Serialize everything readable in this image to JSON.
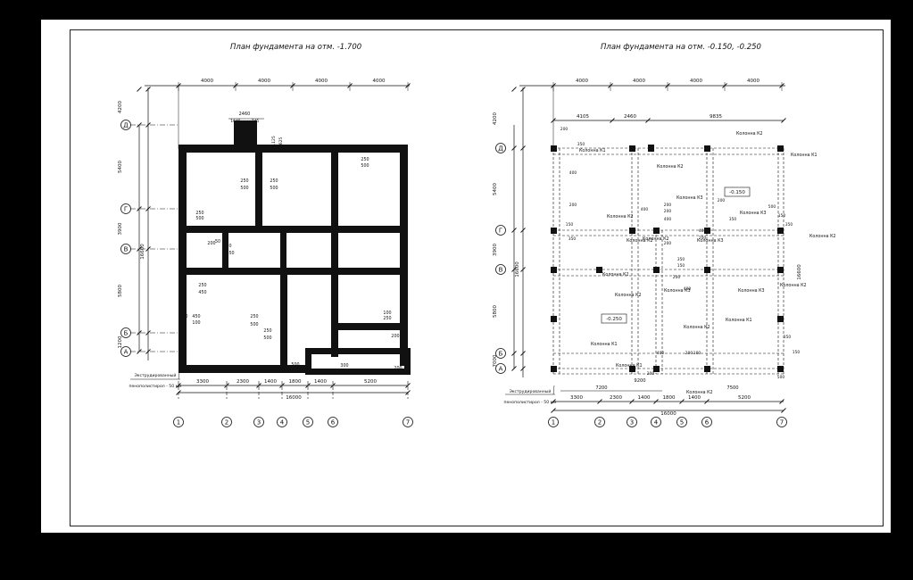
{
  "titles": {
    "left": "План фундамента на отм. -1.700",
    "right": "План фундамента на отм. -0.150, -0.250"
  },
  "axes": {
    "numbers": [
      "1",
      "2",
      "3",
      "4",
      "5",
      "6",
      "7"
    ],
    "letters": [
      "Д",
      "Г",
      "В",
      "Б",
      "А"
    ]
  },
  "left_plan": {
    "top_dims": [
      "4000",
      "4000",
      "4000",
      "4000"
    ],
    "bottom_dims": [
      "3300",
      "2300",
      "1400",
      "1800",
      "1400",
      "5200"
    ],
    "bottom_total": "16000",
    "side_dims": [
      "4200",
      "5400",
      "3900",
      "5800",
      "1200"
    ],
    "side_total": "16600",
    "porch_dims": [
      "2460",
      "1645",
      "745",
      "1125",
      "625"
    ],
    "wall_labels": [
      "250",
      "500",
      "250",
      "500",
      "250",
      "500",
      "250",
      "500",
      "200",
      "50",
      "250",
      "450",
      "250",
      "450",
      "250",
      "500",
      "250",
      "500",
      "200",
      "50",
      "450",
      "100",
      "100",
      "250",
      "200",
      "500",
      "300",
      "200"
    ],
    "note_line1": "Экструдированный",
    "note_line2": "пенополистирол - 50 мм"
  },
  "right_plan": {
    "top_dims": [
      "4000",
      "4000",
      "4000",
      "4000"
    ],
    "upper_dims": [
      "4105",
      "2460",
      "9835"
    ],
    "bottom_dims": [
      "3300",
      "2300",
      "1400",
      "1800",
      "1400",
      "5200"
    ],
    "bottom_total": "16000",
    "inner_dims": [
      "7200",
      "9200",
      "7500"
    ],
    "side_dims": [
      "4200",
      "5400",
      "3900",
      "5800",
      "7000",
      "1200"
    ],
    "side_total": "16600",
    "level_labels": [
      "-0.150",
      "-0.250"
    ],
    "column_labels": [
      "Колонна К1",
      "Колонна К2",
      "Колонна К1",
      "Колонна К2",
      "Колонна К3",
      "Колонна К2",
      "Колонна К3",
      "Колонна К2",
      "Колонна К3",
      "Колонна К2",
      "Колонна К2",
      "Колонна К3",
      "Колонна К3",
      "Колонна К2",
      "Колонна К2",
      "Колонна К1",
      "Колонна К1",
      "Колонна К2",
      "Колонна К1",
      "Колонна К2",
      "Колонна К2"
    ],
    "small_labels": [
      "200",
      "350",
      "400",
      "200",
      "150",
      "350",
      "400",
      "200",
      "200",
      "400",
      "200",
      "350",
      "150",
      "200",
      "400",
      "200",
      "350",
      "400",
      "200",
      "500",
      "150",
      "350",
      "200",
      "400",
      "100",
      "200",
      "350",
      "150",
      "500"
    ],
    "note_line1": "Экструдированный",
    "note_line2": "пенополистирол - 50 мм"
  }
}
